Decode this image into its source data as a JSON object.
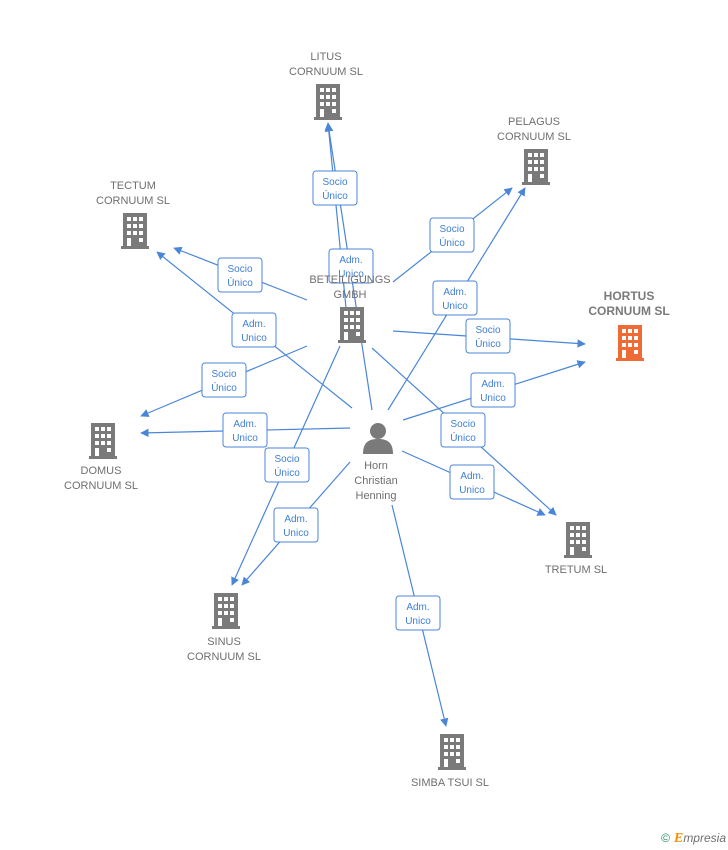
{
  "colors": {
    "edge": "#4a86d8",
    "building": "#7a7a7a",
    "building_highlight": "#f06a35",
    "label": "#6f6f6f"
  },
  "person": {
    "id": "horn",
    "lines": [
      "Horn",
      "Christian",
      "Henning"
    ],
    "icon": "person-icon"
  },
  "companies": [
    {
      "id": "litus",
      "lines": [
        "LITUS",
        "CORNUUM  SL"
      ],
      "icon": "building-icon"
    },
    {
      "id": "pelagus",
      "lines": [
        "PELAGUS",
        "CORNUUM  SL"
      ],
      "icon": "building-icon"
    },
    {
      "id": "tectum",
      "lines": [
        "TECTUM",
        "CORNUUM  SL"
      ],
      "icon": "building-icon"
    },
    {
      "id": "beteil",
      "lines": [
        "BETEILIGUNGS",
        "GMBH"
      ],
      "icon": "building-icon"
    },
    {
      "id": "hortus",
      "lines": [
        "HORTUS",
        "CORNUUM  SL"
      ],
      "icon": "building-icon",
      "highlight": true
    },
    {
      "id": "domus",
      "lines": [
        "DOMUS",
        "CORNUUM  SL"
      ],
      "icon": "building-icon"
    },
    {
      "id": "tretum",
      "lines": [
        "TRETUM  SL"
      ],
      "icon": "building-icon"
    },
    {
      "id": "sinus",
      "lines": [
        "SINUS",
        "CORNUUM  SL"
      ],
      "icon": "building-icon"
    },
    {
      "id": "simba",
      "lines": [
        "SIMBA TSUI SL"
      ],
      "icon": "building-icon"
    }
  ],
  "edges": [
    {
      "id": "beteil-litus",
      "lines": [
        "Socio",
        "Único"
      ]
    },
    {
      "id": "horn-litus",
      "lines": [
        "Adm.",
        "Unico"
      ]
    },
    {
      "id": "beteil-pelagus",
      "lines": [
        "Socio",
        "Único"
      ]
    },
    {
      "id": "horn-pelagus",
      "lines": [
        "Adm.",
        "Unico"
      ]
    },
    {
      "id": "beteil-tectum",
      "lines": [
        "Socio",
        "Único"
      ]
    },
    {
      "id": "horn-tectum",
      "lines": [
        "Adm.",
        "Unico"
      ]
    },
    {
      "id": "beteil-hortus",
      "lines": [
        "Socio",
        "Único"
      ]
    },
    {
      "id": "horn-hortus",
      "lines": [
        "Adm.",
        "Unico"
      ]
    },
    {
      "id": "beteil-domus",
      "lines": [
        "Socio",
        "Único"
      ]
    },
    {
      "id": "horn-domus",
      "lines": [
        "Adm.",
        "Unico"
      ]
    },
    {
      "id": "beteil-tretum",
      "lines": [
        "Socio",
        "Único"
      ]
    },
    {
      "id": "horn-tretum",
      "lines": [
        "Adm.",
        "Unico"
      ]
    },
    {
      "id": "beteil-sinus",
      "lines": [
        "Socio",
        "Único"
      ]
    },
    {
      "id": "horn-sinus",
      "lines": [
        "Adm.",
        "Unico"
      ]
    },
    {
      "id": "horn-simba",
      "lines": [
        "Adm.",
        "Unico"
      ]
    }
  ],
  "footer": {
    "copyright": "©",
    "brand_initial": "E",
    "brand_rest": "mpresia"
  }
}
